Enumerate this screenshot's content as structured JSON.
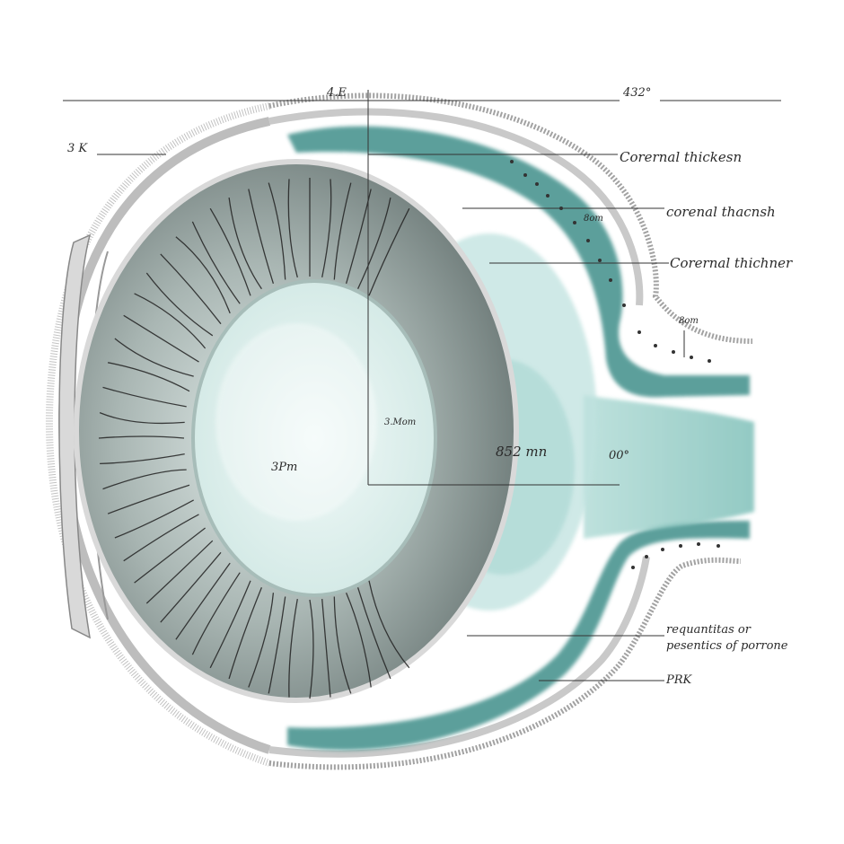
{
  "palette": {
    "teal": "#3f8f8a",
    "teal_light": "#bfe2df",
    "lens_fill": "#e6f4f2",
    "iris_grey": "#8b9896",
    "sclera_line": "#9a9a9a",
    "ink": "#2a2a2a"
  },
  "labels": {
    "top_center": "4.E",
    "top_right": "432°",
    "left_upper": "3 K",
    "right_1": "Corernal thickesn",
    "right_2": "corenal thacnsh",
    "right_2_small": "8om",
    "right_3": "Corernal thichner",
    "right_4_small": "8om",
    "center_small": "3.Mom",
    "lens_center": "3Pm",
    "measure": "852 mn",
    "angle": "00°",
    "lower_right_1": "requantitas or",
    "lower_right_2": "pesentics of porrone",
    "prk": "PRK"
  }
}
